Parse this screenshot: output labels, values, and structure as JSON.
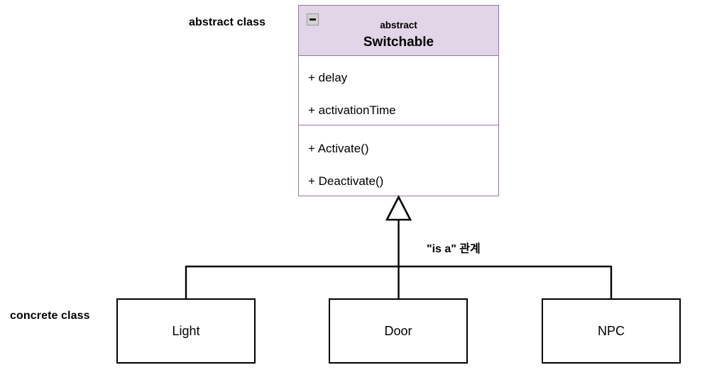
{
  "diagram": {
    "type": "uml-class-diagram",
    "background_color": "#ffffff"
  },
  "annotations": {
    "abstract_label": "abstract class",
    "concrete_label": "concrete class"
  },
  "abstract_class": {
    "stereotype": "abstract",
    "name": "Switchable",
    "fill_color": "#e1d5e7",
    "border_color": "#9673a6",
    "collapse_icon": "minus-icon",
    "attributes": [
      "+ delay",
      "+ activationTime"
    ],
    "operations": [
      "+ Activate()",
      "+ Deactivate()"
    ]
  },
  "relationship": {
    "kind": "generalization",
    "arrow": "hollow-triangle",
    "label": "\"is a\" 관계"
  },
  "concrete_classes": [
    {
      "name": "Light",
      "border_color": "#000000",
      "fill_color": "#ffffff"
    },
    {
      "name": "Door",
      "border_color": "#000000",
      "fill_color": "#ffffff"
    },
    {
      "name": "NPC",
      "border_color": "#000000",
      "fill_color": "#ffffff"
    }
  ]
}
